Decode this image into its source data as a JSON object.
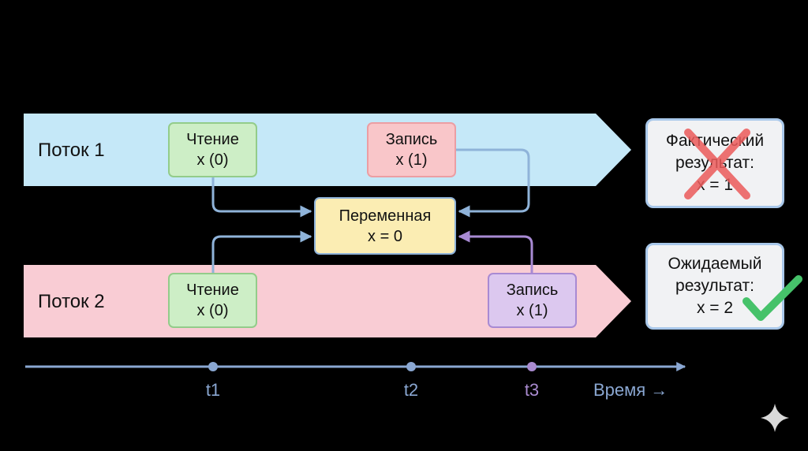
{
  "lanes": [
    {
      "label": "Поток 1",
      "color": "#c5e8f8"
    },
    {
      "label": "Поток 2",
      "color": "#f9ccd4"
    }
  ],
  "boxes": {
    "thread1_read": {
      "line1": "Чтение",
      "line2": "x (0)"
    },
    "thread1_write": {
      "line1": "Запись",
      "line2": "x (1)"
    },
    "variable": {
      "line1": "Переменная",
      "line2": "x = 0"
    },
    "thread2_read": {
      "line1": "Чтение",
      "line2": "x (0)"
    },
    "thread2_write": {
      "line1": "Запись",
      "line2": "x (1)"
    }
  },
  "results": {
    "actual": {
      "line1": "Фактический",
      "line2": "результат:",
      "line3": "x = 1",
      "mark": "cross-icon",
      "mark_color": "#ec5b5b"
    },
    "expected": {
      "line1": "Ожидаемый",
      "line2": "результат:",
      "line3": "x = 2",
      "mark": "check-icon",
      "mark_color": "#46c26a"
    }
  },
  "timeline": {
    "ticks": [
      "t1",
      "t2",
      "t3"
    ],
    "axis_label": "Время →",
    "color": "#8aa7d2",
    "t3_color": "#a98bd0"
  },
  "colors": {
    "arrow_blue": "#8fb3d9",
    "arrow_purple": "#a88ad3"
  }
}
